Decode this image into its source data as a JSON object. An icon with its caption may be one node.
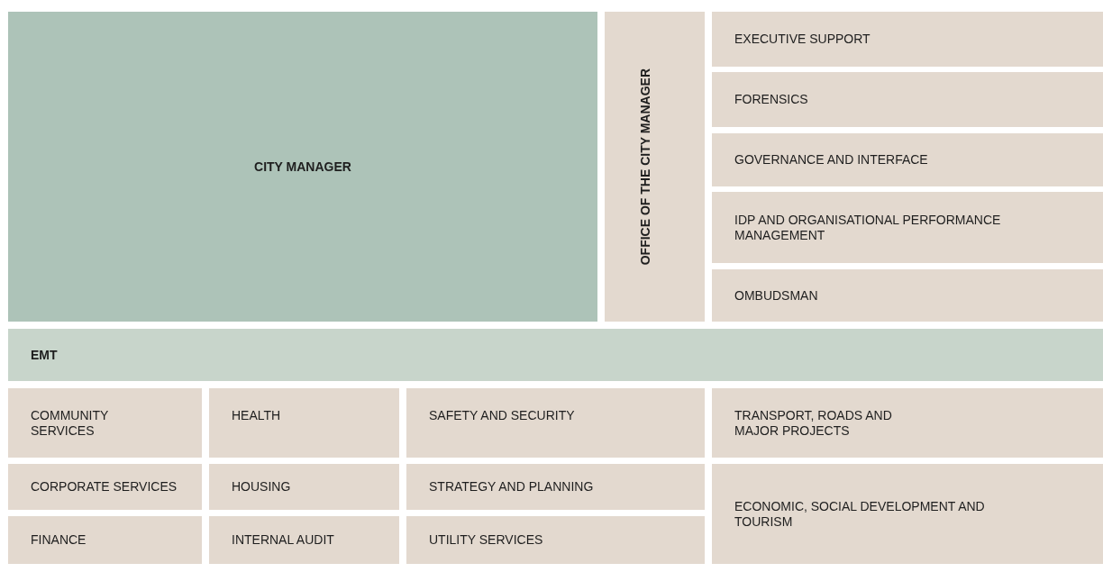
{
  "diagram": {
    "nodes": [
      {
        "text": [
          "CITY MANAGER"
        ]
      },
      {
        "text": [
          "OFFICE OF THE CITY MANAGER"
        ]
      },
      {
        "text": [
          "EXECUTIVE SUPPORT"
        ]
      },
      {
        "text": [
          "FORENSICS"
        ]
      },
      {
        "text": [
          "GOVERNANCE AND INTERFACE"
        ]
      },
      {
        "text": [
          "IDP AND ORGANISATIONAL PERFORMANCE MANAGEMENT"
        ]
      },
      {
        "text": [
          "OMBUDSMAN"
        ]
      },
      {
        "text": [
          "EMT"
        ]
      },
      {
        "text": [
          "COMMUNITY SERVICES"
        ]
      },
      {
        "text": [
          "HEALTH"
        ]
      },
      {
        "text": [
          "SAFETY AND SECURITY"
        ]
      },
      {
        "text": [
          "TRANSPORT, ROADS AND MAJOR PROJECTS"
        ]
      },
      {
        "text": [
          "CORPORATE SERVICES"
        ]
      },
      {
        "text": [
          "HOUSING"
        ]
      },
      {
        "text": [
          "STRATEGY AND PLANNING"
        ]
      },
      {
        "text": [
          "ECONOMIC, SOCIAL DEVELOPMENT AND TOURISM"
        ]
      },
      {
        "text": [
          "FINANCE"
        ]
      },
      {
        "text": [
          "INTERNAL AUDIT"
        ]
      },
      {
        "text": [
          "UTILITY SERVICES"
        ]
      }
    ]
  }
}
